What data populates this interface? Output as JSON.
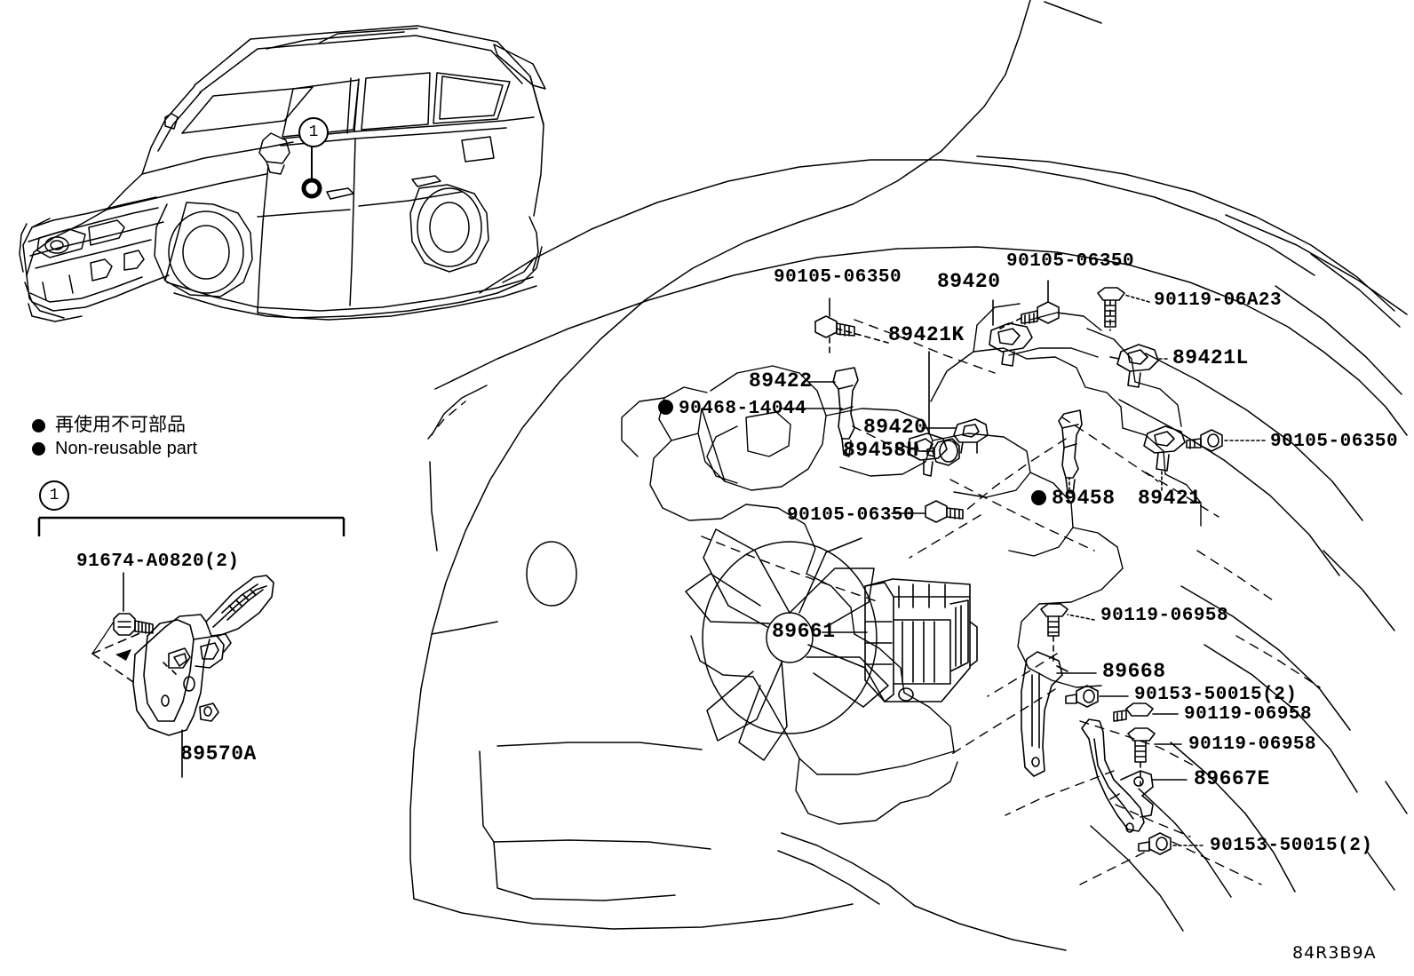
{
  "diagram": {
    "drawing_code": "84R3B9A",
    "legend": {
      "jp": "再使用不可部品",
      "en": "Non-reusable part"
    },
    "detail_callout": "1",
    "vehicle_callout": "1"
  },
  "detail_box": {
    "bolt_label": "91674-A0820(2)",
    "part_label": "89570A"
  },
  "labels": {
    "l_90105_a": "90105-06350",
    "l_90105_b": "90105-06350",
    "l_89420_top": "89420",
    "l_90119_06A23": "90119-06A23",
    "l_89421K": "89421K",
    "l_89421L": "89421L",
    "l_89422": "89422",
    "l_90468_14044": "90468-14044",
    "l_89420_mid": "89420",
    "l_89458H": "89458H",
    "l_90105_c": "90105-06350",
    "l_89458": "89458",
    "l_89421": "89421",
    "l_90105_d": "90105-06350",
    "l_89661": "89661",
    "l_90119_06958_a": "90119-06958",
    "l_89668": "89668",
    "l_90153_50015_a": "90153-50015(2)",
    "l_90119_06958_b": "90119-06958",
    "l_90119_06958_c": "90119-06958",
    "l_89667E": "89667E",
    "l_90153_50015_b": "90153-50015(2)"
  }
}
